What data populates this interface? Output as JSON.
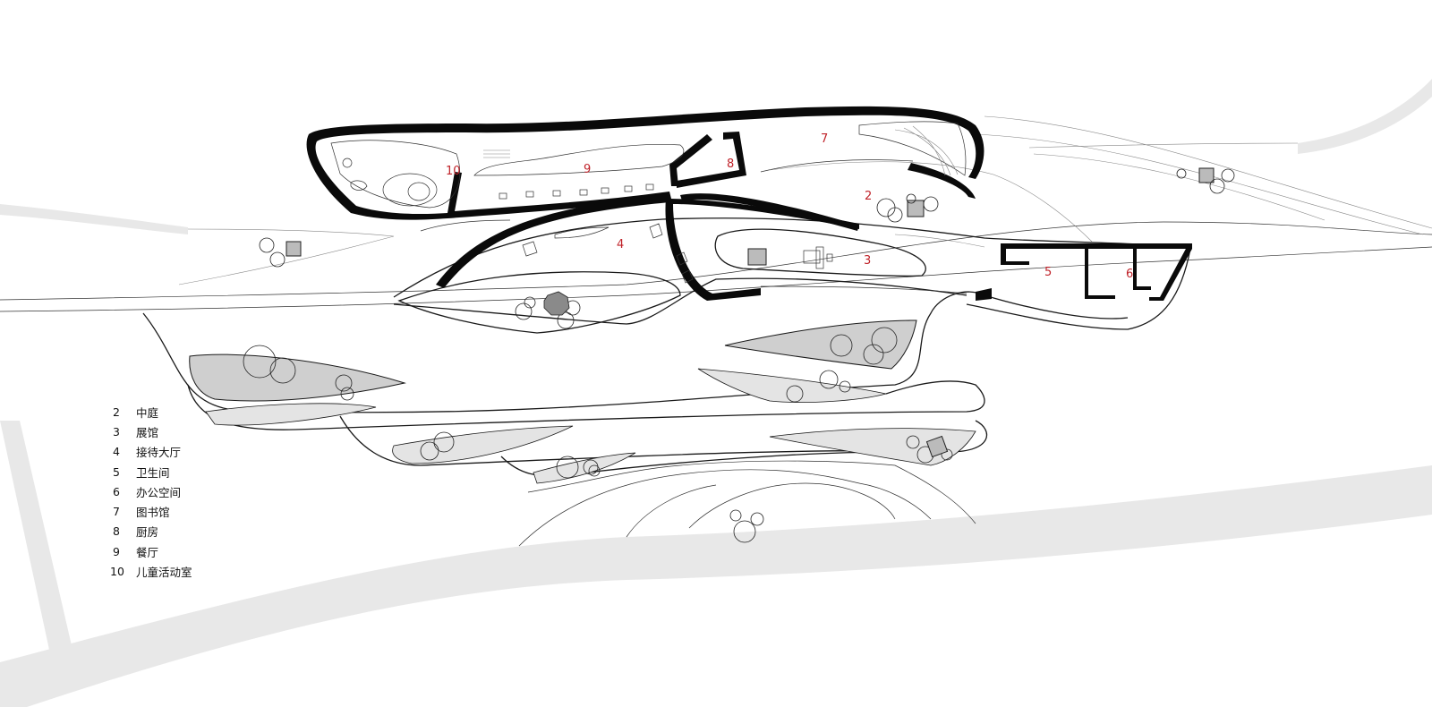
{
  "rooms": [
    {
      "num": "2",
      "name": "中庭"
    },
    {
      "num": "3",
      "name": "展馆"
    },
    {
      "num": "4",
      "name": "接待大厅"
    },
    {
      "num": "5",
      "name": "卫生间"
    },
    {
      "num": "6",
      "name": "办公空间"
    },
    {
      "num": "7",
      "name": "图书馆"
    },
    {
      "num": "8",
      "name": "厨房"
    },
    {
      "num": "9",
      "name": "餐厅"
    },
    {
      "num": "10",
      "name": "儿童活动室"
    }
  ],
  "plan_labels": {
    "r2": "2",
    "r3": "3",
    "r4": "4",
    "r5": "5",
    "r6": "6",
    "r7": "7",
    "r8": "8",
    "r9": "9",
    "r10": "10"
  },
  "colors": {
    "room_number": "#c0232a",
    "wall": "#0a0a0a",
    "road": "#e8e8e8",
    "landscape_dark": "#cfcfcf",
    "landscape_light": "#e4e4e4"
  }
}
